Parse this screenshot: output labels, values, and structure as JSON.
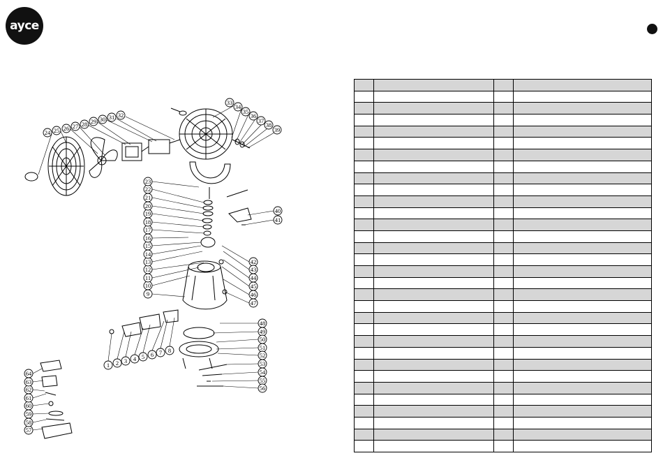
{
  "brand": {
    "logo_text": "ayce"
  },
  "diagram": {
    "callouts": [
      "1",
      "2",
      "3",
      "4",
      "5",
      "6",
      "7",
      "8",
      "9",
      "10",
      "11",
      "12",
      "13",
      "14",
      "15",
      "16",
      "17",
      "18",
      "19",
      "20",
      "21",
      "22",
      "23",
      "24",
      "25",
      "26",
      "27",
      "28",
      "29",
      "30",
      "31",
      "32",
      "33",
      "34",
      "35",
      "36",
      "37",
      "38",
      "39",
      "40",
      "41",
      "42",
      "43",
      "44",
      "45",
      "46",
      "47",
      "48",
      "49",
      "50",
      "51",
      "52",
      "53",
      "54",
      "55",
      "56",
      "57",
      "58",
      "59",
      "60",
      "61",
      "62",
      "63",
      "64"
    ]
  },
  "parts_table": {
    "rows": 32,
    "columns": 4
  }
}
